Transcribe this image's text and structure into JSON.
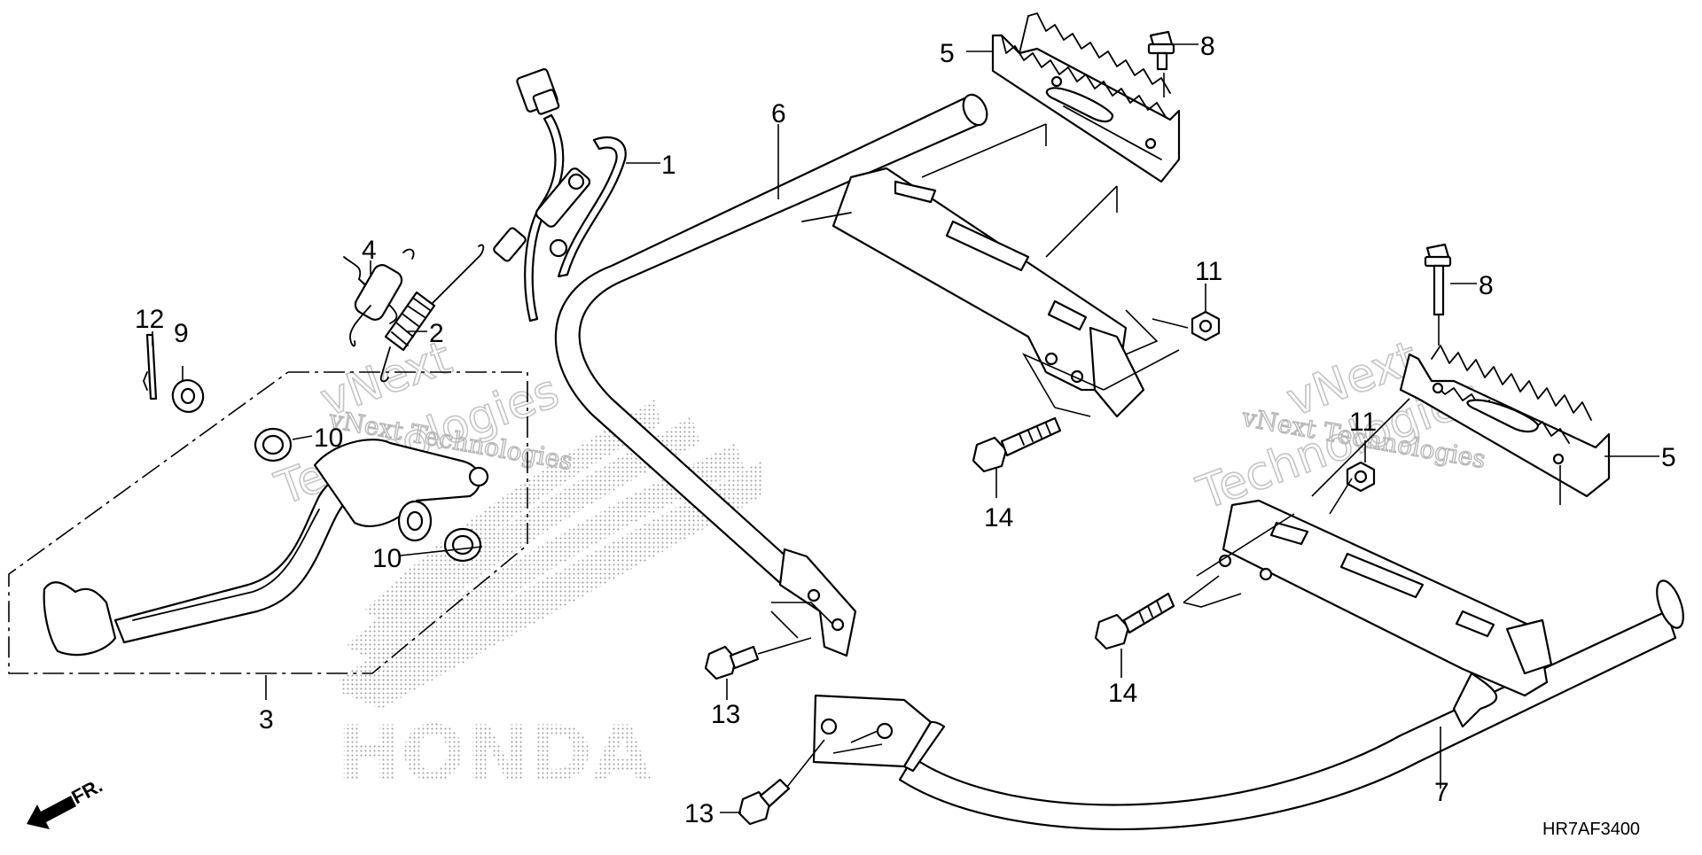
{
  "diagram": {
    "code": "HR7AF3400",
    "direction_label": "FR.",
    "brand": "HONDA",
    "watermark_line1": "vNext",
    "watermark_line2": "Technologies",
    "watermark_inline": "vNext Technologies"
  },
  "callouts": [
    {
      "id": "1",
      "text": "1"
    },
    {
      "id": "2",
      "text": "2"
    },
    {
      "id": "3",
      "text": "3"
    },
    {
      "id": "4",
      "text": "4"
    },
    {
      "id": "5a",
      "text": "5"
    },
    {
      "id": "5b",
      "text": "5"
    },
    {
      "id": "6",
      "text": "6"
    },
    {
      "id": "7",
      "text": "7"
    },
    {
      "id": "8a",
      "text": "8"
    },
    {
      "id": "8b",
      "text": "8"
    },
    {
      "id": "9",
      "text": "9"
    },
    {
      "id": "10a",
      "text": "10"
    },
    {
      "id": "10b",
      "text": "10"
    },
    {
      "id": "11a",
      "text": "11"
    },
    {
      "id": "11b",
      "text": "11"
    },
    {
      "id": "12",
      "text": "12"
    },
    {
      "id": "13a",
      "text": "13"
    },
    {
      "id": "13b",
      "text": "13"
    },
    {
      "id": "14a",
      "text": "14"
    },
    {
      "id": "14b",
      "text": "14"
    }
  ]
}
